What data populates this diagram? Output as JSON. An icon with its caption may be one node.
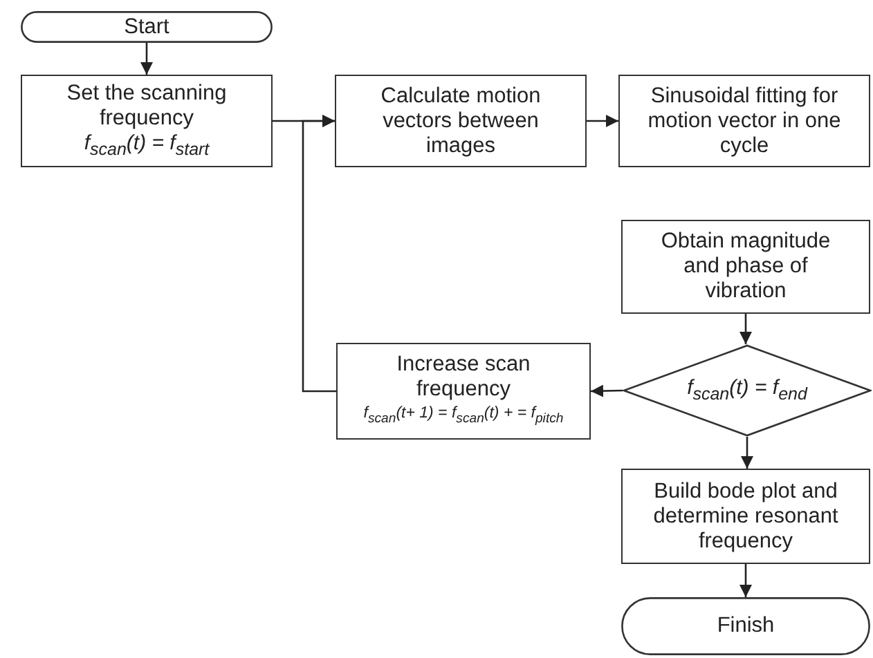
{
  "diagram": {
    "nodes": [
      {
        "text": [
          "Start"
        ]
      },
      {
        "text": [
          "Set the scanning frequency",
          "f$_{scan}$(t) = f$_{start}$"
        ]
      },
      {
        "text": [
          "Calculate motion vectors between images"
        ]
      },
      {
        "text": [
          "Sinusoidal fitting for motion vector in one cycle"
        ]
      },
      {
        "text": [
          "Obtain magnitude and phase of vibration"
        ]
      },
      {
        "text": [
          "Increase scan frequency",
          "f$_{scan}$(t+ 1) = f$_{scan}$(t) + = f$_{pitch}$"
        ]
      },
      {
        "text": [
          "f$_{scan}$(t) = f$_{end}$"
        ]
      },
      {
        "text": [
          "Build bode plot and determine resonant frequency"
        ]
      },
      {
        "text": [
          "Finish"
        ]
      }
    ],
    "edges": [
      {
        "from": 0,
        "to": 1,
        "arrow": "to"
      },
      {
        "from": 1,
        "to": 2,
        "arrow": "to"
      },
      {
        "from": 5,
        "to": 2,
        "arrow": "to"
      },
      {
        "from": 2,
        "to": 3,
        "arrow": "to"
      },
      {
        "from": 4,
        "to": 6,
        "arrow": "to"
      },
      {
        "from": 6,
        "to": 5,
        "arrow": "to"
      },
      {
        "from": 6,
        "to": 7,
        "arrow": "to"
      },
      {
        "from": 7,
        "to": 8,
        "arrow": "to"
      }
    ]
  }
}
